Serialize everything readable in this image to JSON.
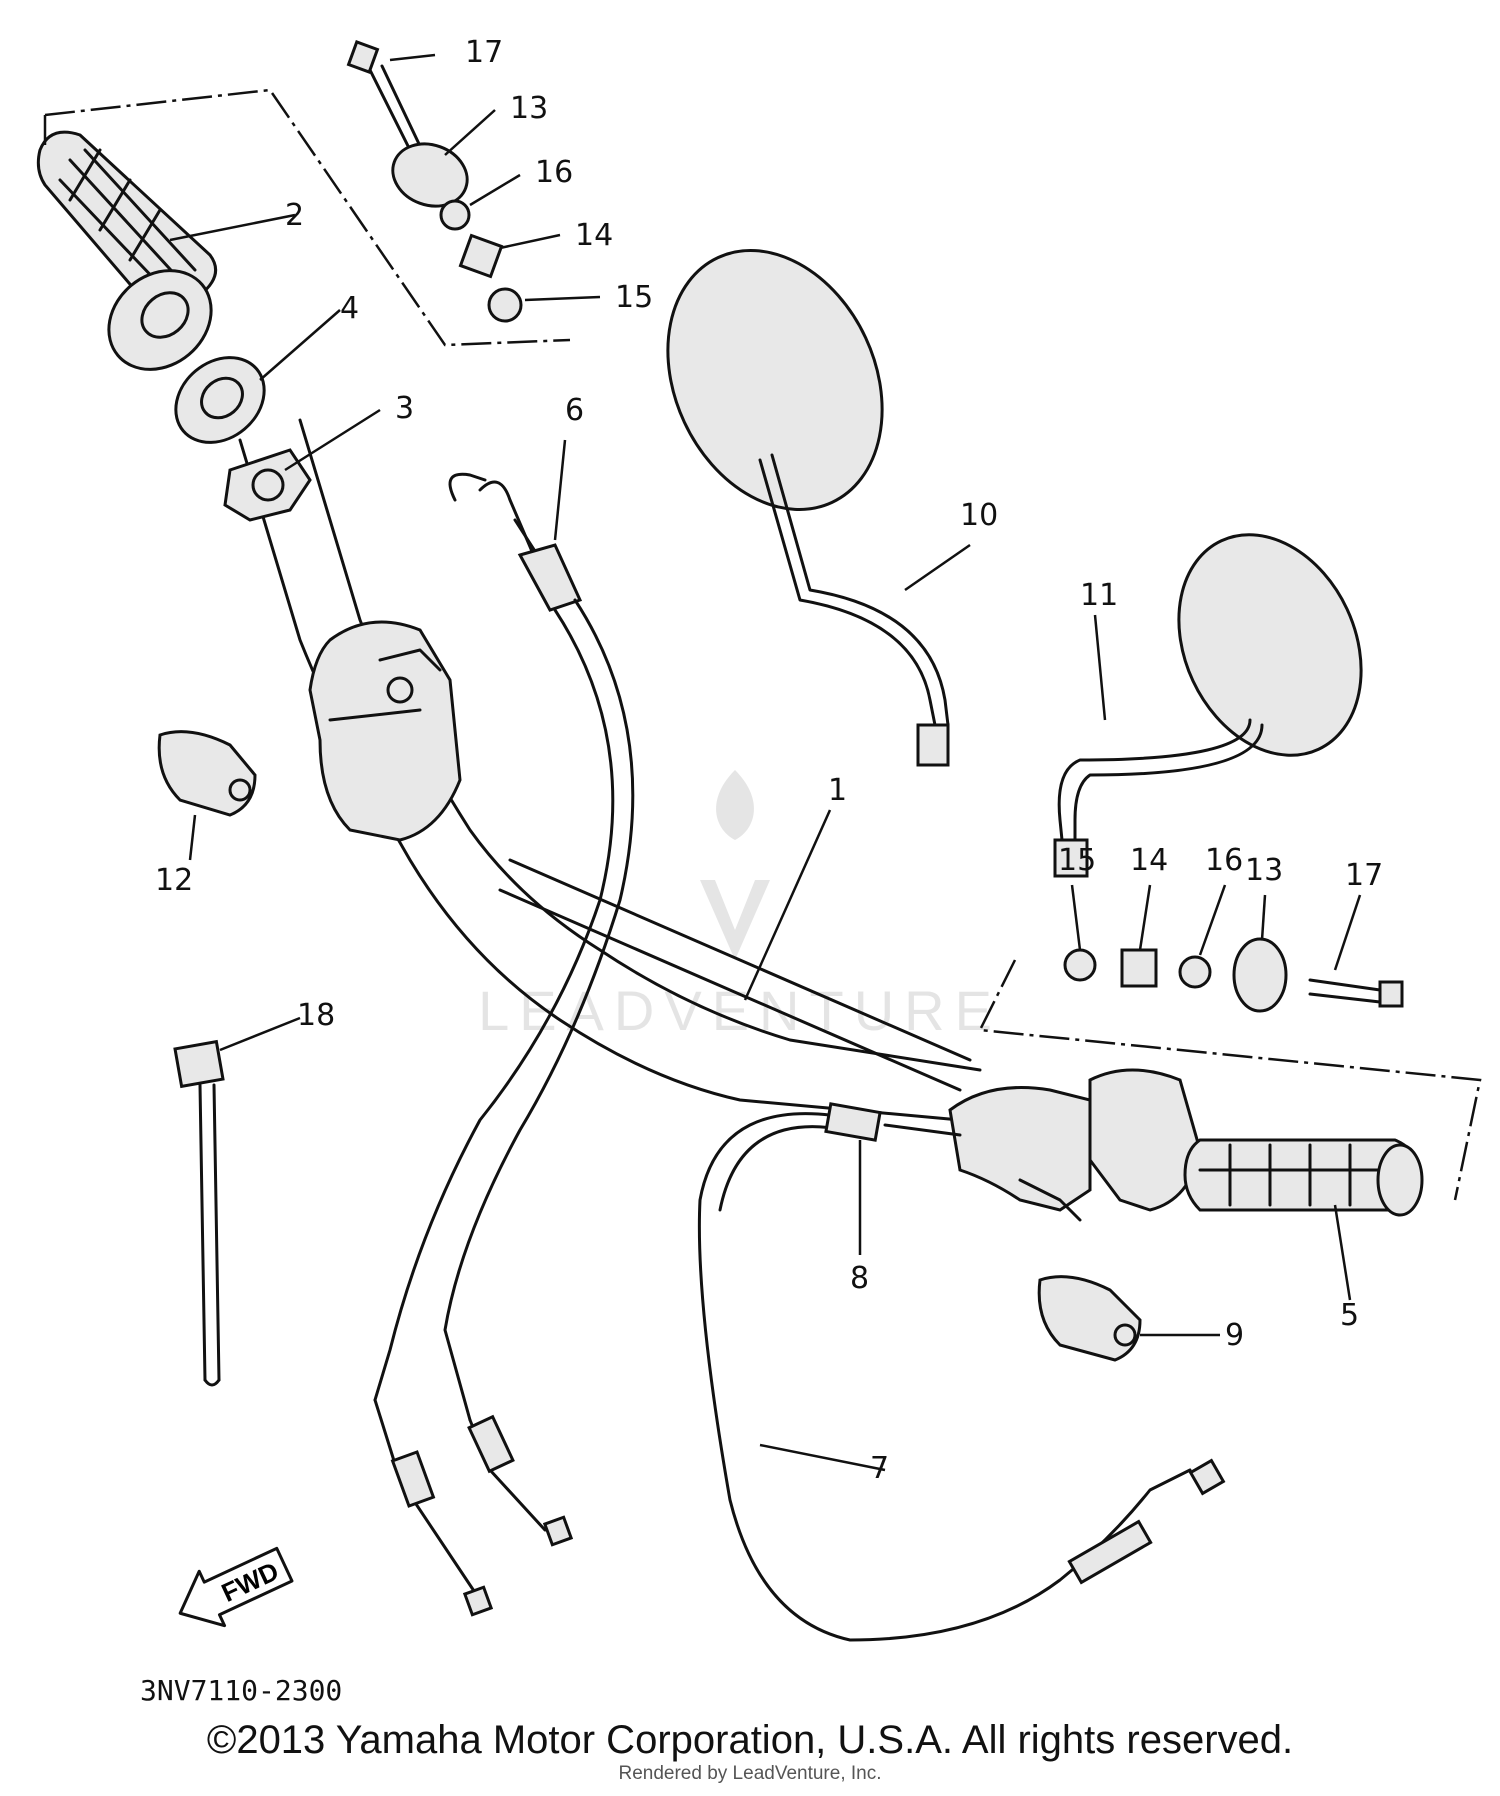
{
  "diagram": {
    "part_code": "3NV7110-2300",
    "fwd_label": "FWD",
    "watermark_text": "LEADVENTURE",
    "callouts": {
      "c1": "1",
      "c2": "2",
      "c3": "3",
      "c4": "4",
      "c5": "5",
      "c6": "6",
      "c7": "7",
      "c8": "8",
      "c9": "9",
      "c10": "10",
      "c11": "11",
      "c12": "12",
      "c13_left": "13",
      "c14_left": "14",
      "c15_left": "15",
      "c16_left": "16",
      "c17_left": "17",
      "c13_right": "13",
      "c14_right": "14",
      "c15_right": "15",
      "c16_right": "16",
      "c17_right": "17",
      "c18": "18"
    }
  },
  "footer": {
    "copyright": "©2013 Yamaha Motor Corporation, U.S.A. All rights reserved.",
    "rendered_by": "Rendered by LeadVenture, Inc."
  }
}
